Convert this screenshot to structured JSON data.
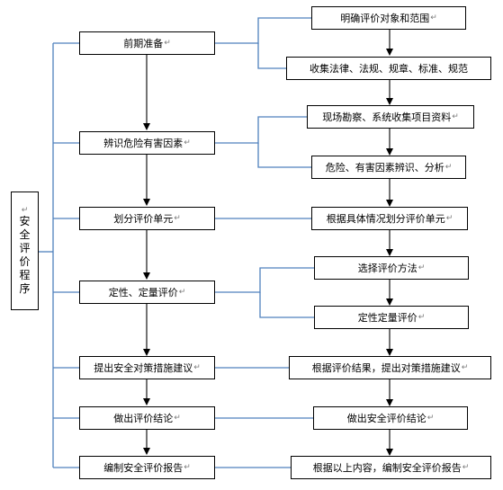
{
  "root": {
    "chars": [
      "安",
      "全",
      "评",
      "价",
      "程",
      "序"
    ],
    "mark": "↵"
  },
  "left_steps": [
    {
      "label": "前期准备"
    },
    {
      "label": "辨识危险有害因素"
    },
    {
      "label": "划分评价单元"
    },
    {
      "label": "定性、定量评价"
    },
    {
      "label": "提出安全对策措施建议"
    },
    {
      "label": "做出评价结论"
    },
    {
      "label": "编制安全评价报告"
    }
  ],
  "right_steps": [
    {
      "label": "明确评价对象和范围"
    },
    {
      "label": "收集法律、法规、规章、标准、规范"
    },
    {
      "label": "现场勘察、系统收集项目资料"
    },
    {
      "label": "危险、有害因素辨识、分析"
    },
    {
      "label": "根据具体情况划分评价单元"
    },
    {
      "label": "选择评价方法"
    },
    {
      "label": "定性定量评价"
    },
    {
      "label": "根据评价结果，提出对策措施建议"
    },
    {
      "label": "做出安全评价结论"
    },
    {
      "label": "根据以上内容，编制安全评价报告"
    }
  ],
  "paragraph_mark": "↵",
  "colors": {
    "connector": "#4f81bd",
    "arrow": "#000000",
    "box_border": "#000000",
    "mark": "#7a7a7a"
  }
}
